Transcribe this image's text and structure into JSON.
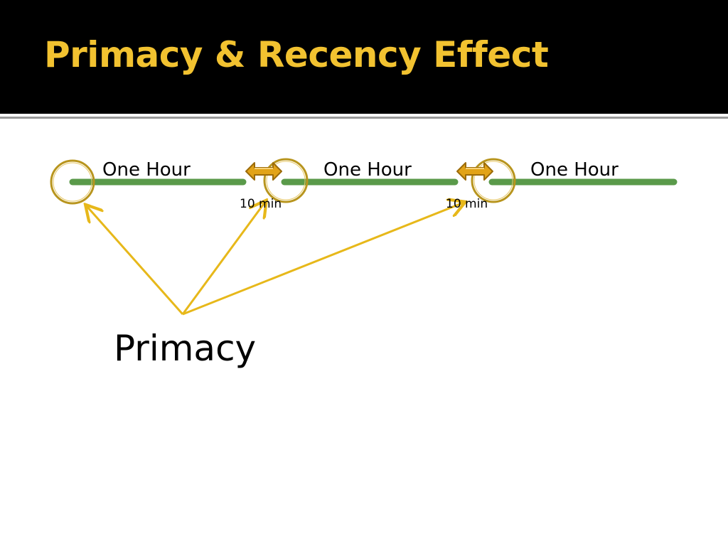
{
  "title": "Primacy & Recency Effect",
  "segments": [
    {
      "label": "One Hour"
    },
    {
      "label": "One Hour"
    },
    {
      "label": "One Hour"
    }
  ],
  "breaks": [
    {
      "label": "10 min"
    },
    {
      "label": "10 min"
    }
  ],
  "pointer_label": "Primacy",
  "colors": {
    "header_bg": "#000000",
    "title": "#f2c230",
    "timeline": "#5a9a4a",
    "circle": "#b8951e",
    "arrow": "#e7b81a",
    "break_arrow_fill": "#e2a318",
    "break_arrow_stroke": "#9b6b0a"
  },
  "icons": [
    "double-headed-arrow-icon",
    "circle-marker-icon",
    "pointer-arrow-icon"
  ]
}
